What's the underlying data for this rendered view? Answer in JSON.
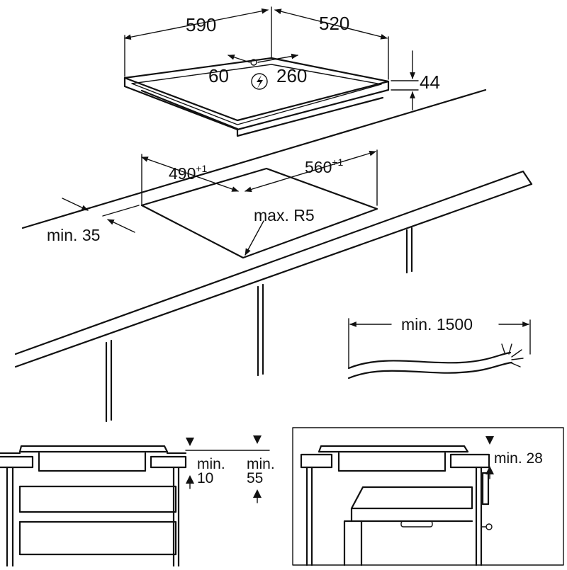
{
  "colors": {
    "ink": "#111111",
    "background": "#ffffff"
  },
  "hob": {
    "width": "590",
    "depth": "520",
    "thickness": "44",
    "connection_left": "60",
    "connection_right": "260",
    "power_symbol": "power-connection-icon"
  },
  "cutout": {
    "width_base": "490",
    "width_tol": "+1",
    "depth_base": "560",
    "depth_tol": "+1",
    "corner_radius": "max. R5",
    "edge_distance": "min. 35"
  },
  "cable": {
    "length": "min. 1500"
  },
  "detail_left": {
    "gap_label_a": "min.",
    "gap_value_a": "10",
    "gap_label_b": "min.",
    "gap_value_b": "55"
  },
  "detail_right": {
    "gap": "min. 28"
  }
}
